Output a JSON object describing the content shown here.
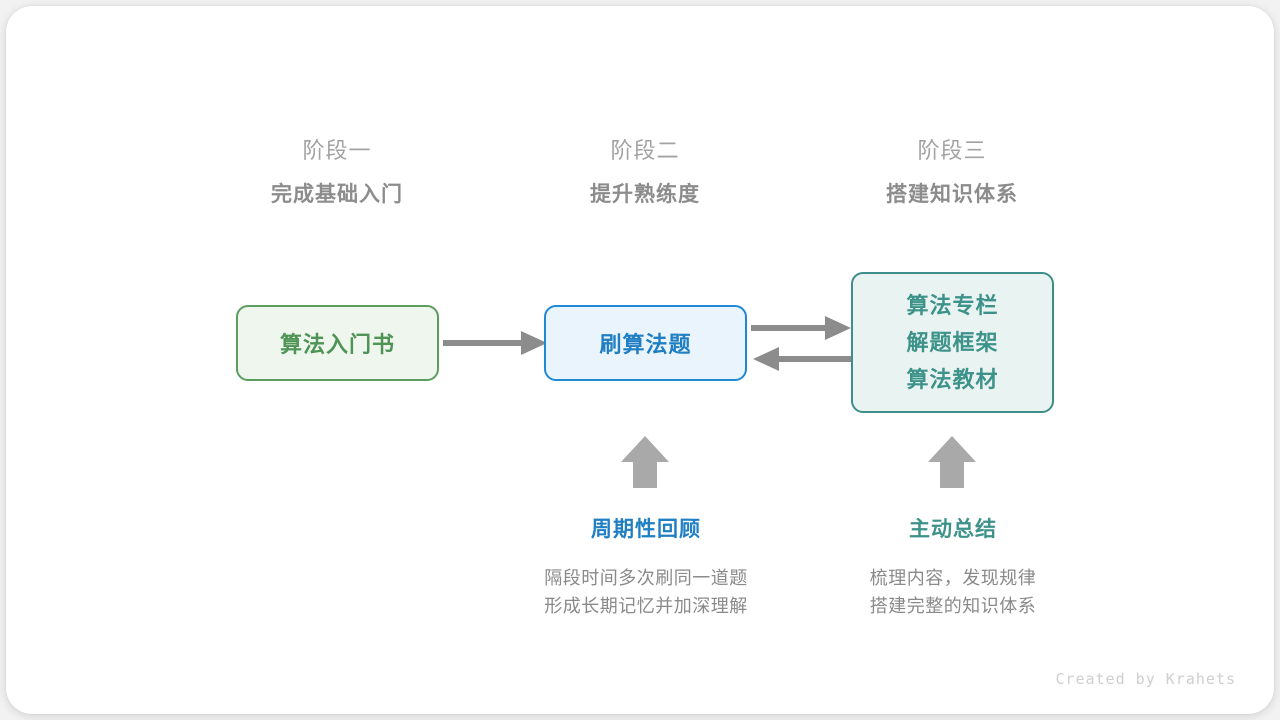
{
  "card": {
    "background": "#ffffff",
    "canvas_background": "#f2f2f2"
  },
  "stages": [
    {
      "kicker": "阶段一",
      "title": "完成基础入门"
    },
    {
      "kicker": "阶段二",
      "title": "提升熟练度"
    },
    {
      "kicker": "阶段三",
      "title": "搭建知识体系"
    }
  ],
  "nodes": {
    "book": {
      "label": "算法入门书",
      "color": "#4d9455",
      "border": "#5a9e5f",
      "fill": "#eef6ee"
    },
    "practice": {
      "label": "刷算法题",
      "color": "#1f7fc2",
      "border": "#2089d4",
      "fill": "#e9f4fd"
    },
    "knowledge": {
      "lines": [
        "算法专栏",
        "解题框架",
        "算法教材"
      ],
      "color": "#3d9289",
      "border": "#3c8f88",
      "fill": "#e9f4f2"
    }
  },
  "annotations": [
    {
      "title": "周期性回顾",
      "color": "#1f7fc2",
      "desc_line1": "隔段时间多次刷同一道题",
      "desc_line2": "形成长期记忆并加深理解"
    },
    {
      "title": "主动总结",
      "color": "#3d9289",
      "desc_line1": "梳理内容，发现规律",
      "desc_line2": "搭建完整的知识体系"
    }
  ],
  "arrows": {
    "color": "#8c8c8c",
    "items": [
      {
        "name": "book-to-practice",
        "direction": "right"
      },
      {
        "name": "practice-to-knowledge",
        "direction": "right"
      },
      {
        "name": "knowledge-to-practice",
        "direction": "left"
      },
      {
        "name": "review-up",
        "direction": "up"
      },
      {
        "name": "summary-up",
        "direction": "up"
      }
    ]
  },
  "credit": {
    "text": "Created by Krahets"
  }
}
